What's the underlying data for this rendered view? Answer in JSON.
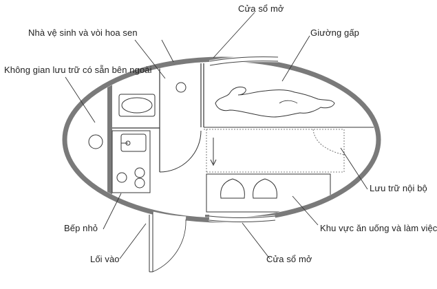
{
  "labels": {
    "window_top": "Cửa sổ mở",
    "bathroom": "Nhà vệ sinh và vòi hoa sen",
    "folding_bed": "Giường gấp",
    "external_storage": "Không gian lưu trữ có sẵn bên ngoài",
    "internal_storage": "Lưu trữ nội bộ",
    "kitchen": "Bếp nhỏ",
    "dining_work": "Khu vực ăn uống và làm việc",
    "entrance": "Lối vào",
    "window_bottom": "Cửa sổ mở"
  },
  "colors": {
    "wall": "#7a7a7a",
    "line": "#333333",
    "background": "#ffffff"
  }
}
